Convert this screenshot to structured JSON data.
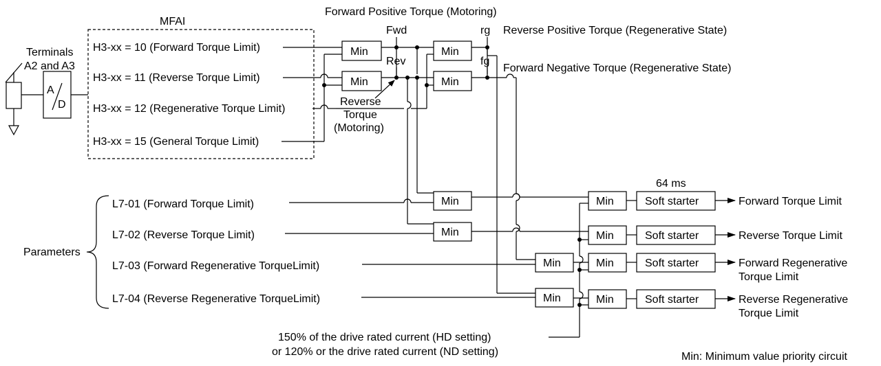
{
  "top_title": "Forward Positive Torque (Motoring)",
  "mfai_label": "MFAI",
  "terminals": {
    "line1": "Terminals",
    "line2": "A2 and A3"
  },
  "adc": {
    "a": "A",
    "d": "D"
  },
  "mfai_inputs": [
    "H3-xx = 10 (Forward Torque Limit)",
    "H3-xx = 11 (Reverse Torque Limit)",
    "H3-xx = 12 (Regenerative Torque Limit)",
    "H3-xx = 15 (General Torque Limit)"
  ],
  "node_labels": {
    "fwd": "Fwd",
    "rev": "Rev",
    "rg": "rg",
    "fg": "fg"
  },
  "side_labels": {
    "rg": "Reverse Positive Torque (Regenerative State)",
    "fg": "Forward Negative Torque (Regenerative State)",
    "reverse_torque": [
      "Reverse",
      "Torque",
      "(Motoring)"
    ]
  },
  "min_label": "Min",
  "soft_starter_label": "Soft starter",
  "time_label": "64 ms",
  "parameters_label": "Parameters",
  "params": [
    "L7-01 (Forward Torque Limit)",
    "L7-02 (Reverse Torque Limit)",
    "L7-03 (Forward Regenerative TorqueLimit)",
    "L7-04 (Reverse Regenerative TorqueLimit)"
  ],
  "outputs": [
    [
      "Forward Torque Limit"
    ],
    [
      "Reverse Torque Limit"
    ],
    [
      "Forward Regenerative",
      "Torque Limit"
    ],
    [
      "Reverse Regenerative",
      "Torque Limit"
    ]
  ],
  "current_note": [
    "150% of the drive rated current (HD setting)",
    "or 120% or the drive rated current (ND setting)"
  ],
  "footnote": "Min: Minimum value priority circuit"
}
